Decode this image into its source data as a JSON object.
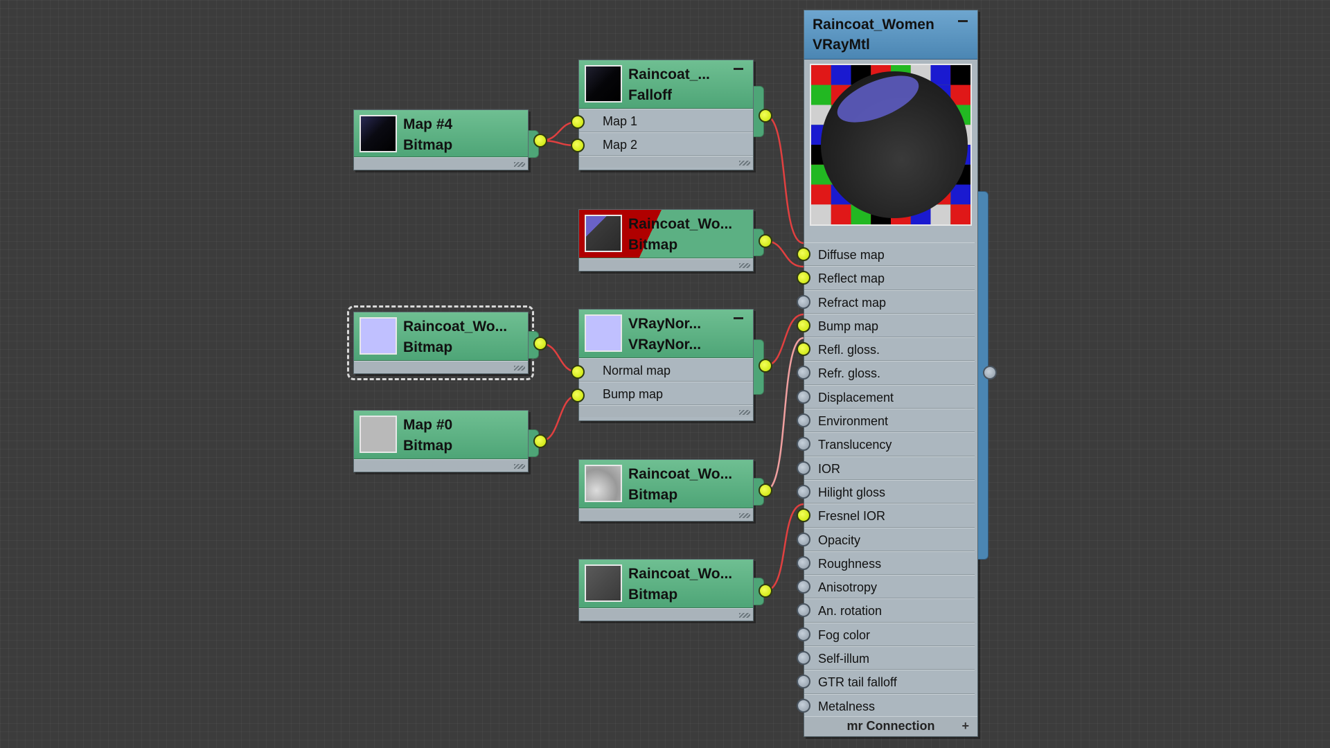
{
  "nodes": {
    "map4": {
      "title": "Map #4",
      "type": "Bitmap"
    },
    "falloff": {
      "title": "Raincoat_...",
      "type": "Falloff",
      "slots": [
        "Map 1",
        "Map 2"
      ]
    },
    "bitmap_red": {
      "title": "Raincoat_Wo...",
      "type": "Bitmap"
    },
    "bitmap_normal": {
      "title": "Raincoat_Wo...",
      "type": "Bitmap"
    },
    "vraynormal": {
      "title": "VRayNor...",
      "type": "VRayNor...",
      "slots": [
        "Normal map",
        "Bump map"
      ]
    },
    "map0": {
      "title": "Map #0",
      "type": "Bitmap"
    },
    "bitmap_gloss": {
      "title": "Raincoat_Wo...",
      "type": "Bitmap"
    },
    "bitmap_fresnel": {
      "title": "Raincoat_Wo...",
      "type": "Bitmap"
    }
  },
  "material": {
    "title": "Raincoat_Women",
    "type": "VRayMtl",
    "slots": [
      {
        "label": "Diffuse map",
        "connected": true
      },
      {
        "label": "Reflect map",
        "connected": true
      },
      {
        "label": "Refract map",
        "connected": false
      },
      {
        "label": "Bump map",
        "connected": true
      },
      {
        "label": "Refl. gloss.",
        "connected": true
      },
      {
        "label": "Refr. gloss.",
        "connected": false
      },
      {
        "label": "Displacement",
        "connected": false
      },
      {
        "label": "Environment",
        "connected": false
      },
      {
        "label": "Translucency",
        "connected": false
      },
      {
        "label": "IOR",
        "connected": false
      },
      {
        "label": "Hilight gloss",
        "connected": false
      },
      {
        "label": "Fresnel IOR",
        "connected": true
      },
      {
        "label": "Opacity",
        "connected": false
      },
      {
        "label": "Roughness",
        "connected": false
      },
      {
        "label": "Anisotropy",
        "connected": false
      },
      {
        "label": "An. rotation",
        "connected": false
      },
      {
        "label": "Fog color",
        "connected": false
      },
      {
        "label": "Self-illum",
        "connected": false
      },
      {
        "label": "GTR tail falloff",
        "connected": false
      },
      {
        "label": "Metalness",
        "connected": false
      }
    ],
    "footer": "mr Connection"
  },
  "colors": {
    "node_header": "#5cb083",
    "material_header": "#5b96c2",
    "wire": "#e04040",
    "wire_light": "#f0a0a0",
    "socket_on": "#d4f000",
    "socket_off": "#a0abb6"
  }
}
